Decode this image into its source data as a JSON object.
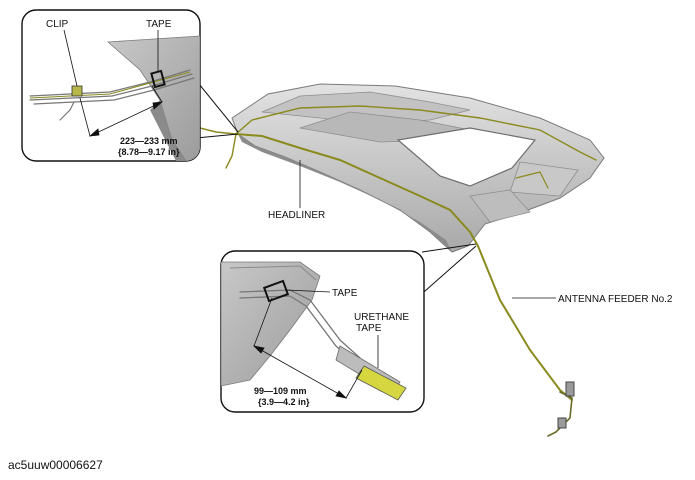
{
  "labels": {
    "clip": "CLIP",
    "tape_top": "TAPE",
    "headliner": "HEADLINER",
    "tape_bottom": "TAPE",
    "urethane_line1": "URETHANE",
    "urethane_line2": "TAPE",
    "antenna_feeder": "ANTENNA FEEDER No.2"
  },
  "dimensions": {
    "top_mm": "223—233 mm",
    "top_in": "{8.78—9.17 in}",
    "bottom_mm": "99—109 mm",
    "bottom_in": "{3.9—4.2 in}"
  },
  "figure_code": "ac5uuw00006627",
  "colors": {
    "harness": "#8a8a1e",
    "headliner_light": "#d9d9d9",
    "headliner_dark": "#9a9a9a",
    "urethane": "#d6d640"
  }
}
